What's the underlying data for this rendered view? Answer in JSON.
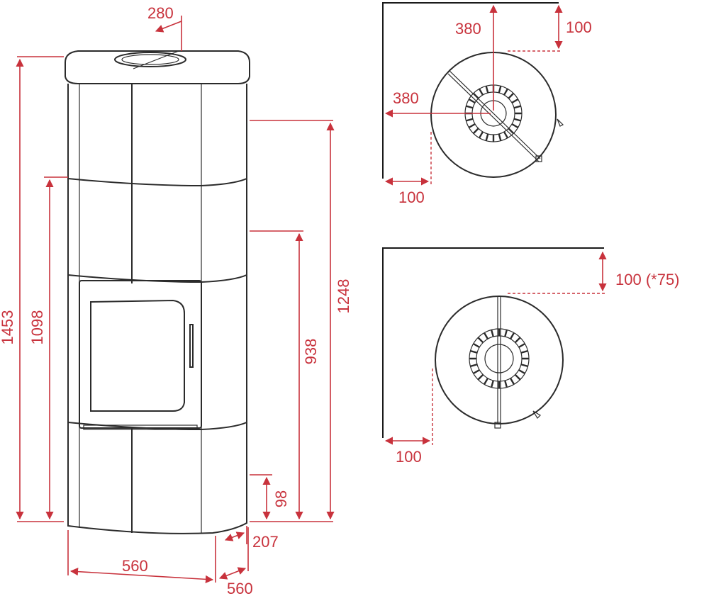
{
  "colors": {
    "dimension": "#c8323c",
    "outline": "#2b2b2b",
    "wall": "#1a1a1a"
  },
  "front": {
    "total_height": "1453",
    "door_height": "1098",
    "height_1248": "1248",
    "height_938": "938",
    "height_98": "98",
    "flue_diameter": "280",
    "width": "560",
    "depth": "560",
    "offset_207": "207"
  },
  "corner_plan": {
    "clearance_top": "100",
    "distance_top": "380",
    "distance_left": "380",
    "clearance_left": "100"
  },
  "wall_plan": {
    "clearance_top": "100 (*75)",
    "clearance_left": "100"
  }
}
